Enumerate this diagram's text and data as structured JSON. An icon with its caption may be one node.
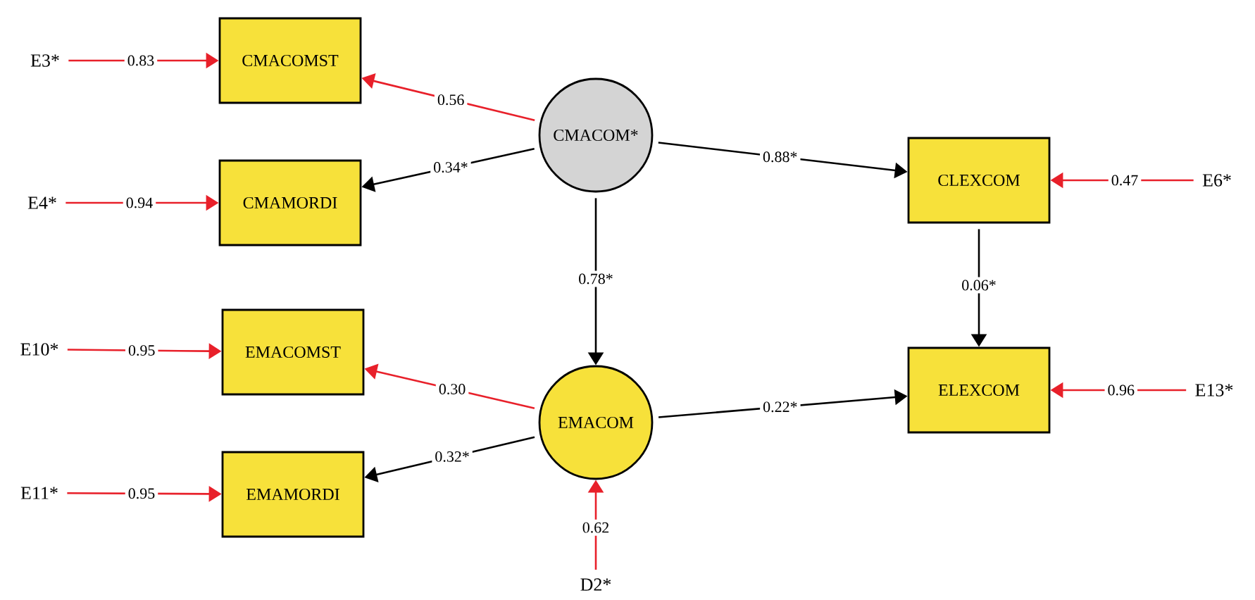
{
  "diagram": {
    "nodes": [
      {
        "text": [
          "E3*"
        ]
      },
      {
        "text": [
          "CMACOMST"
        ]
      },
      {
        "text": [
          "CMACOM*"
        ]
      },
      {
        "text": [
          "E4*"
        ]
      },
      {
        "text": [
          "CMAMORDI"
        ]
      },
      {
        "text": [
          "CLEXCOM"
        ]
      },
      {
        "text": [
          "E6*"
        ]
      },
      {
        "text": [
          "E10*"
        ]
      },
      {
        "text": [
          "EMACOMST"
        ]
      },
      {
        "text": [
          "EMACOM"
        ]
      },
      {
        "text": [
          "ELEXCOM"
        ]
      },
      {
        "text": [
          "E13*"
        ]
      },
      {
        "text": [
          "E11*"
        ]
      },
      {
        "text": [
          "EMAMORDI"
        ]
      },
      {
        "text": [
          "D2*"
        ]
      }
    ],
    "edges": [
      {
        "from": 0,
        "to": 1,
        "arrow": "to",
        "label": "0.83"
      },
      {
        "from": 2,
        "to": 1,
        "arrow": "to",
        "label": "0.56"
      },
      {
        "from": 2,
        "to": 4,
        "arrow": "to",
        "label": "0.34*",
        "color": "#000000"
      },
      {
        "from": 3,
        "to": 4,
        "arrow": "to",
        "label": "0.94"
      },
      {
        "from": 2,
        "to": 5,
        "arrow": "to",
        "label": "0.88*",
        "color": "#000000"
      },
      {
        "from": 6,
        "to": 5,
        "arrow": "to",
        "label": "0.47"
      },
      {
        "from": 2,
        "to": 9,
        "arrow": "to",
        "label": "0.78*",
        "color": "#000000"
      },
      {
        "from": 5,
        "to": 10,
        "arrow": "to",
        "label": "0.06*",
        "color": "#000000"
      },
      {
        "from": 7,
        "to": 8,
        "arrow": "to",
        "label": "0.95"
      },
      {
        "from": 9,
        "to": 8,
        "arrow": "to",
        "label": "0.30"
      },
      {
        "from": 9,
        "to": 10,
        "arrow": "to",
        "label": "0.22*",
        "color": "#000000"
      },
      {
        "from": 11,
        "to": 10,
        "arrow": "to",
        "label": "0.96"
      },
      {
        "from": 12,
        "to": 13,
        "arrow": "to",
        "label": "0.95"
      },
      {
        "from": 9,
        "to": 13,
        "arrow": "to",
        "label": "0.32*",
        "color": "#000000"
      },
      {
        "from": 14,
        "to": 9,
        "arrow": "to",
        "label": "0.62"
      }
    ]
  }
}
